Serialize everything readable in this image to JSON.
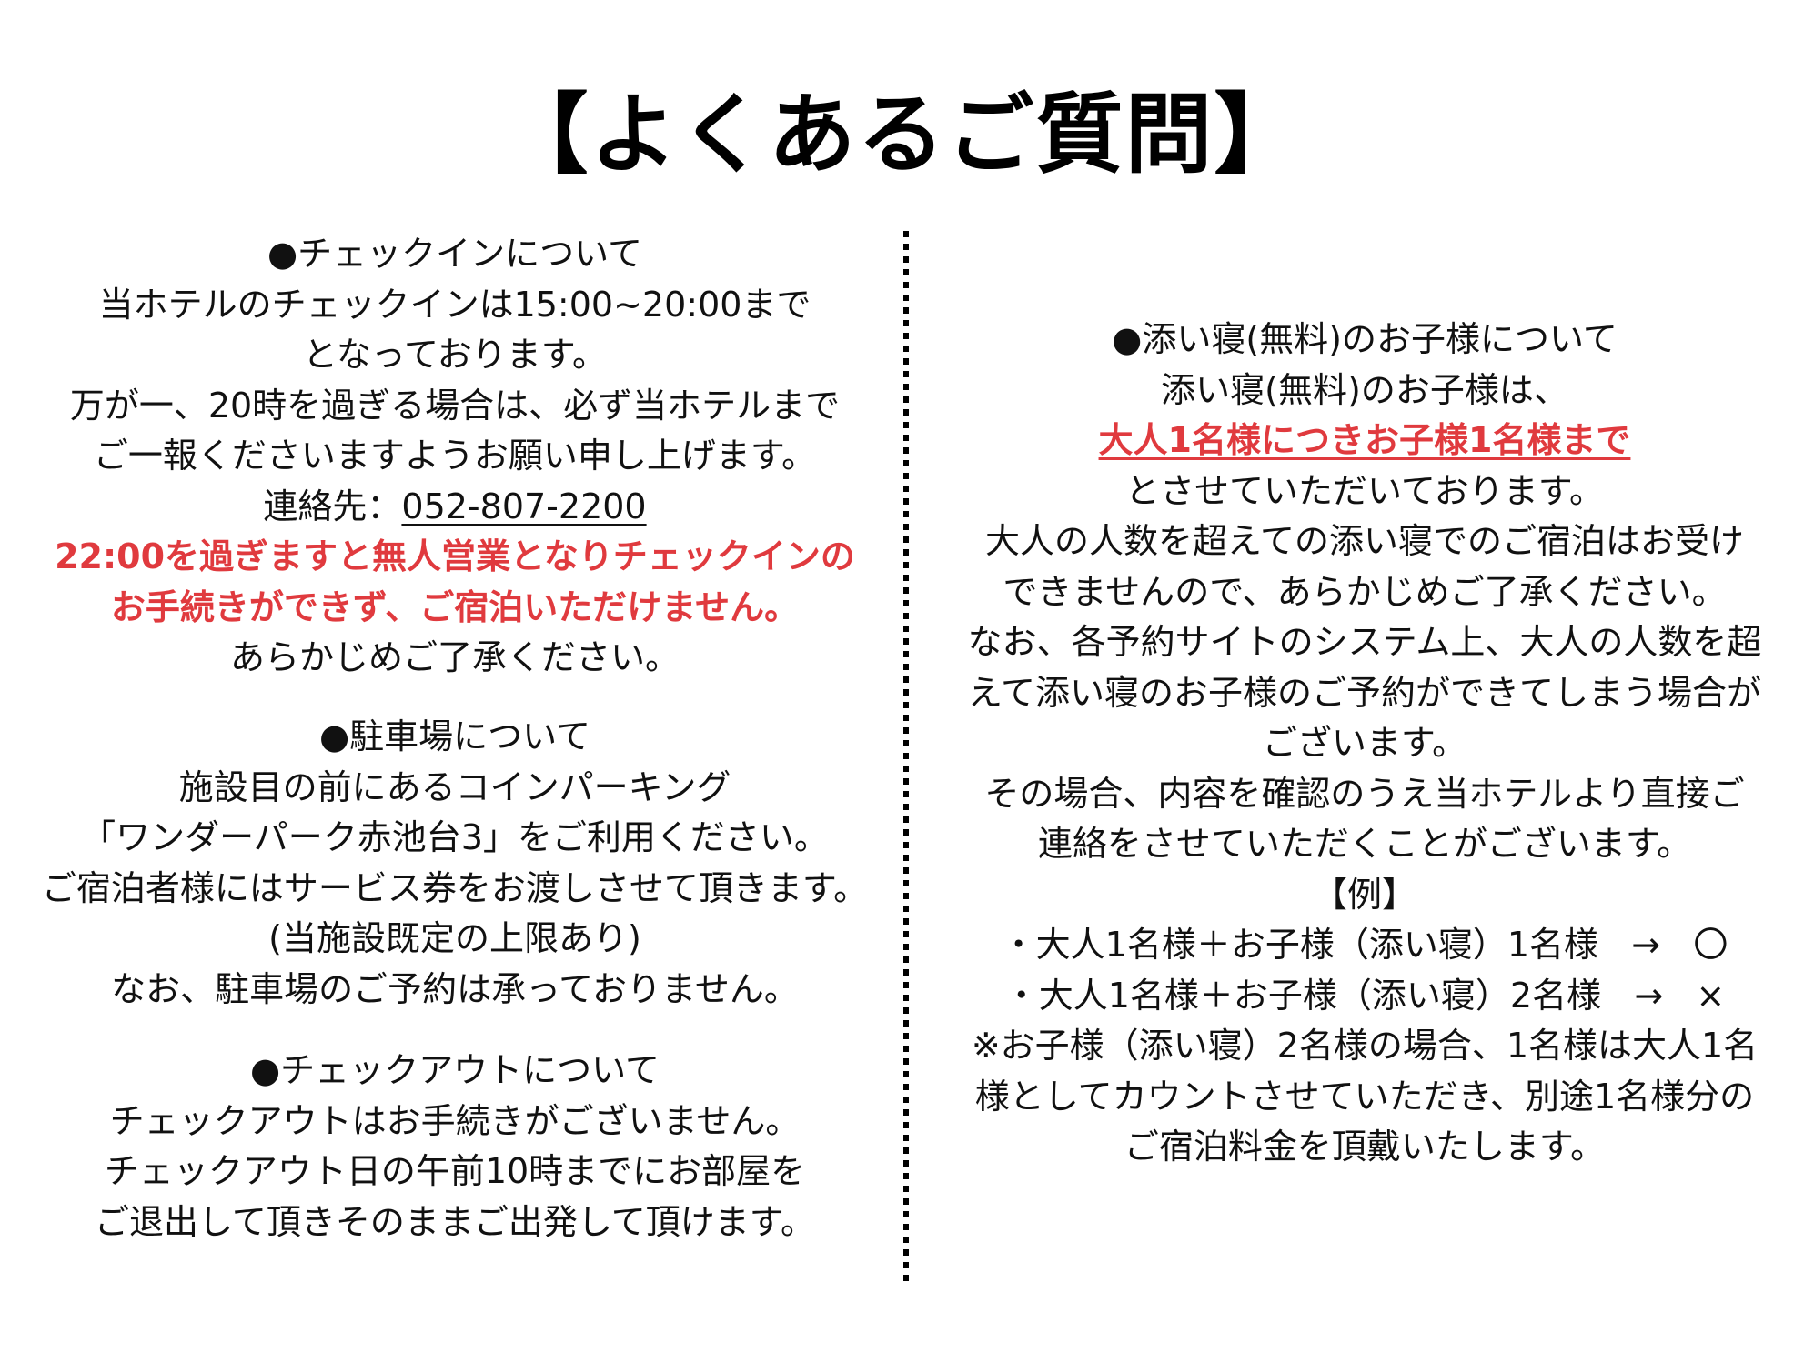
{
  "title": "【よくあるご質問】",
  "colors": {
    "text": "#111111",
    "accent_red": "#E03A3E",
    "divider": "#000000",
    "background": "#FFFFFF"
  },
  "left_column": {
    "checkin": {
      "heading": "●チェックインについて",
      "lines": [
        "当ホテルのチェックインは15:00~20:00まで",
        "となっております。",
        "万が一、20時を過ぎる場合は、必ず当ホテルまで",
        "ご一報くださいますようお願い申し上げます。"
      ],
      "contact_label": "連絡先：",
      "contact_phone": "052-807-2200",
      "warning_lines": [
        "22:00を過ぎますと無人営業となりチェックインの",
        "お手続きができず、ご宿泊いただけません。"
      ],
      "closing": "あらかじめご了承ください。"
    },
    "parking": {
      "heading": "●駐車場について",
      "lines": [
        "施設目の前にあるコインパーキング",
        "「ワンダーパーク赤池台3」をご利用ください。",
        "ご宿泊者様にはサービス券をお渡しさせて頂きます。",
        "(当施設既定の上限あり)",
        "なお、駐車場のご予約は承っておりません。"
      ]
    },
    "checkout": {
      "heading": "●チェックアウトについて",
      "lines": [
        "チェックアウトはお手続きがございません。",
        "チェックアウト日の午前10時までにお部屋を",
        "ご退出して頂きそのままご出発して頂けます。"
      ]
    }
  },
  "right_column": {
    "co_sleeping": {
      "heading": "●添い寝(無料)のお子様について",
      "intro": "添い寝(無料)のお子様は、",
      "highlight": "大人1名様につきお子様1名様まで",
      "lines": [
        "とさせていただいております。",
        "大人の人数を超えての添い寝でのご宿泊はお受け",
        "できませんので、あらかじめご了承ください。",
        "なお、各予約サイトのシステム上、大人の人数を超",
        "えて添い寝のお子様のご予約ができてしまう場合が",
        "ございます。",
        "その場合、内容を確認のうえ当ホテルより直接ご",
        "連絡をさせていただくことがございます。"
      ],
      "example_heading": "【例】",
      "examples": [
        {
          "text": "・大人1名様＋お子様（添い寝）1名様",
          "arrow": "→",
          "result": "〇"
        },
        {
          "text": "・大人1名様＋お子様（添い寝）2名様",
          "arrow": "→",
          "result": "×"
        }
      ],
      "note_lines": [
        "※お子様（添い寝）2名様の場合、1名様は大人1名",
        "様としてカウントさせていただき、別途1名様分の",
        "ご宿泊料金を頂戴いたします。"
      ]
    }
  }
}
